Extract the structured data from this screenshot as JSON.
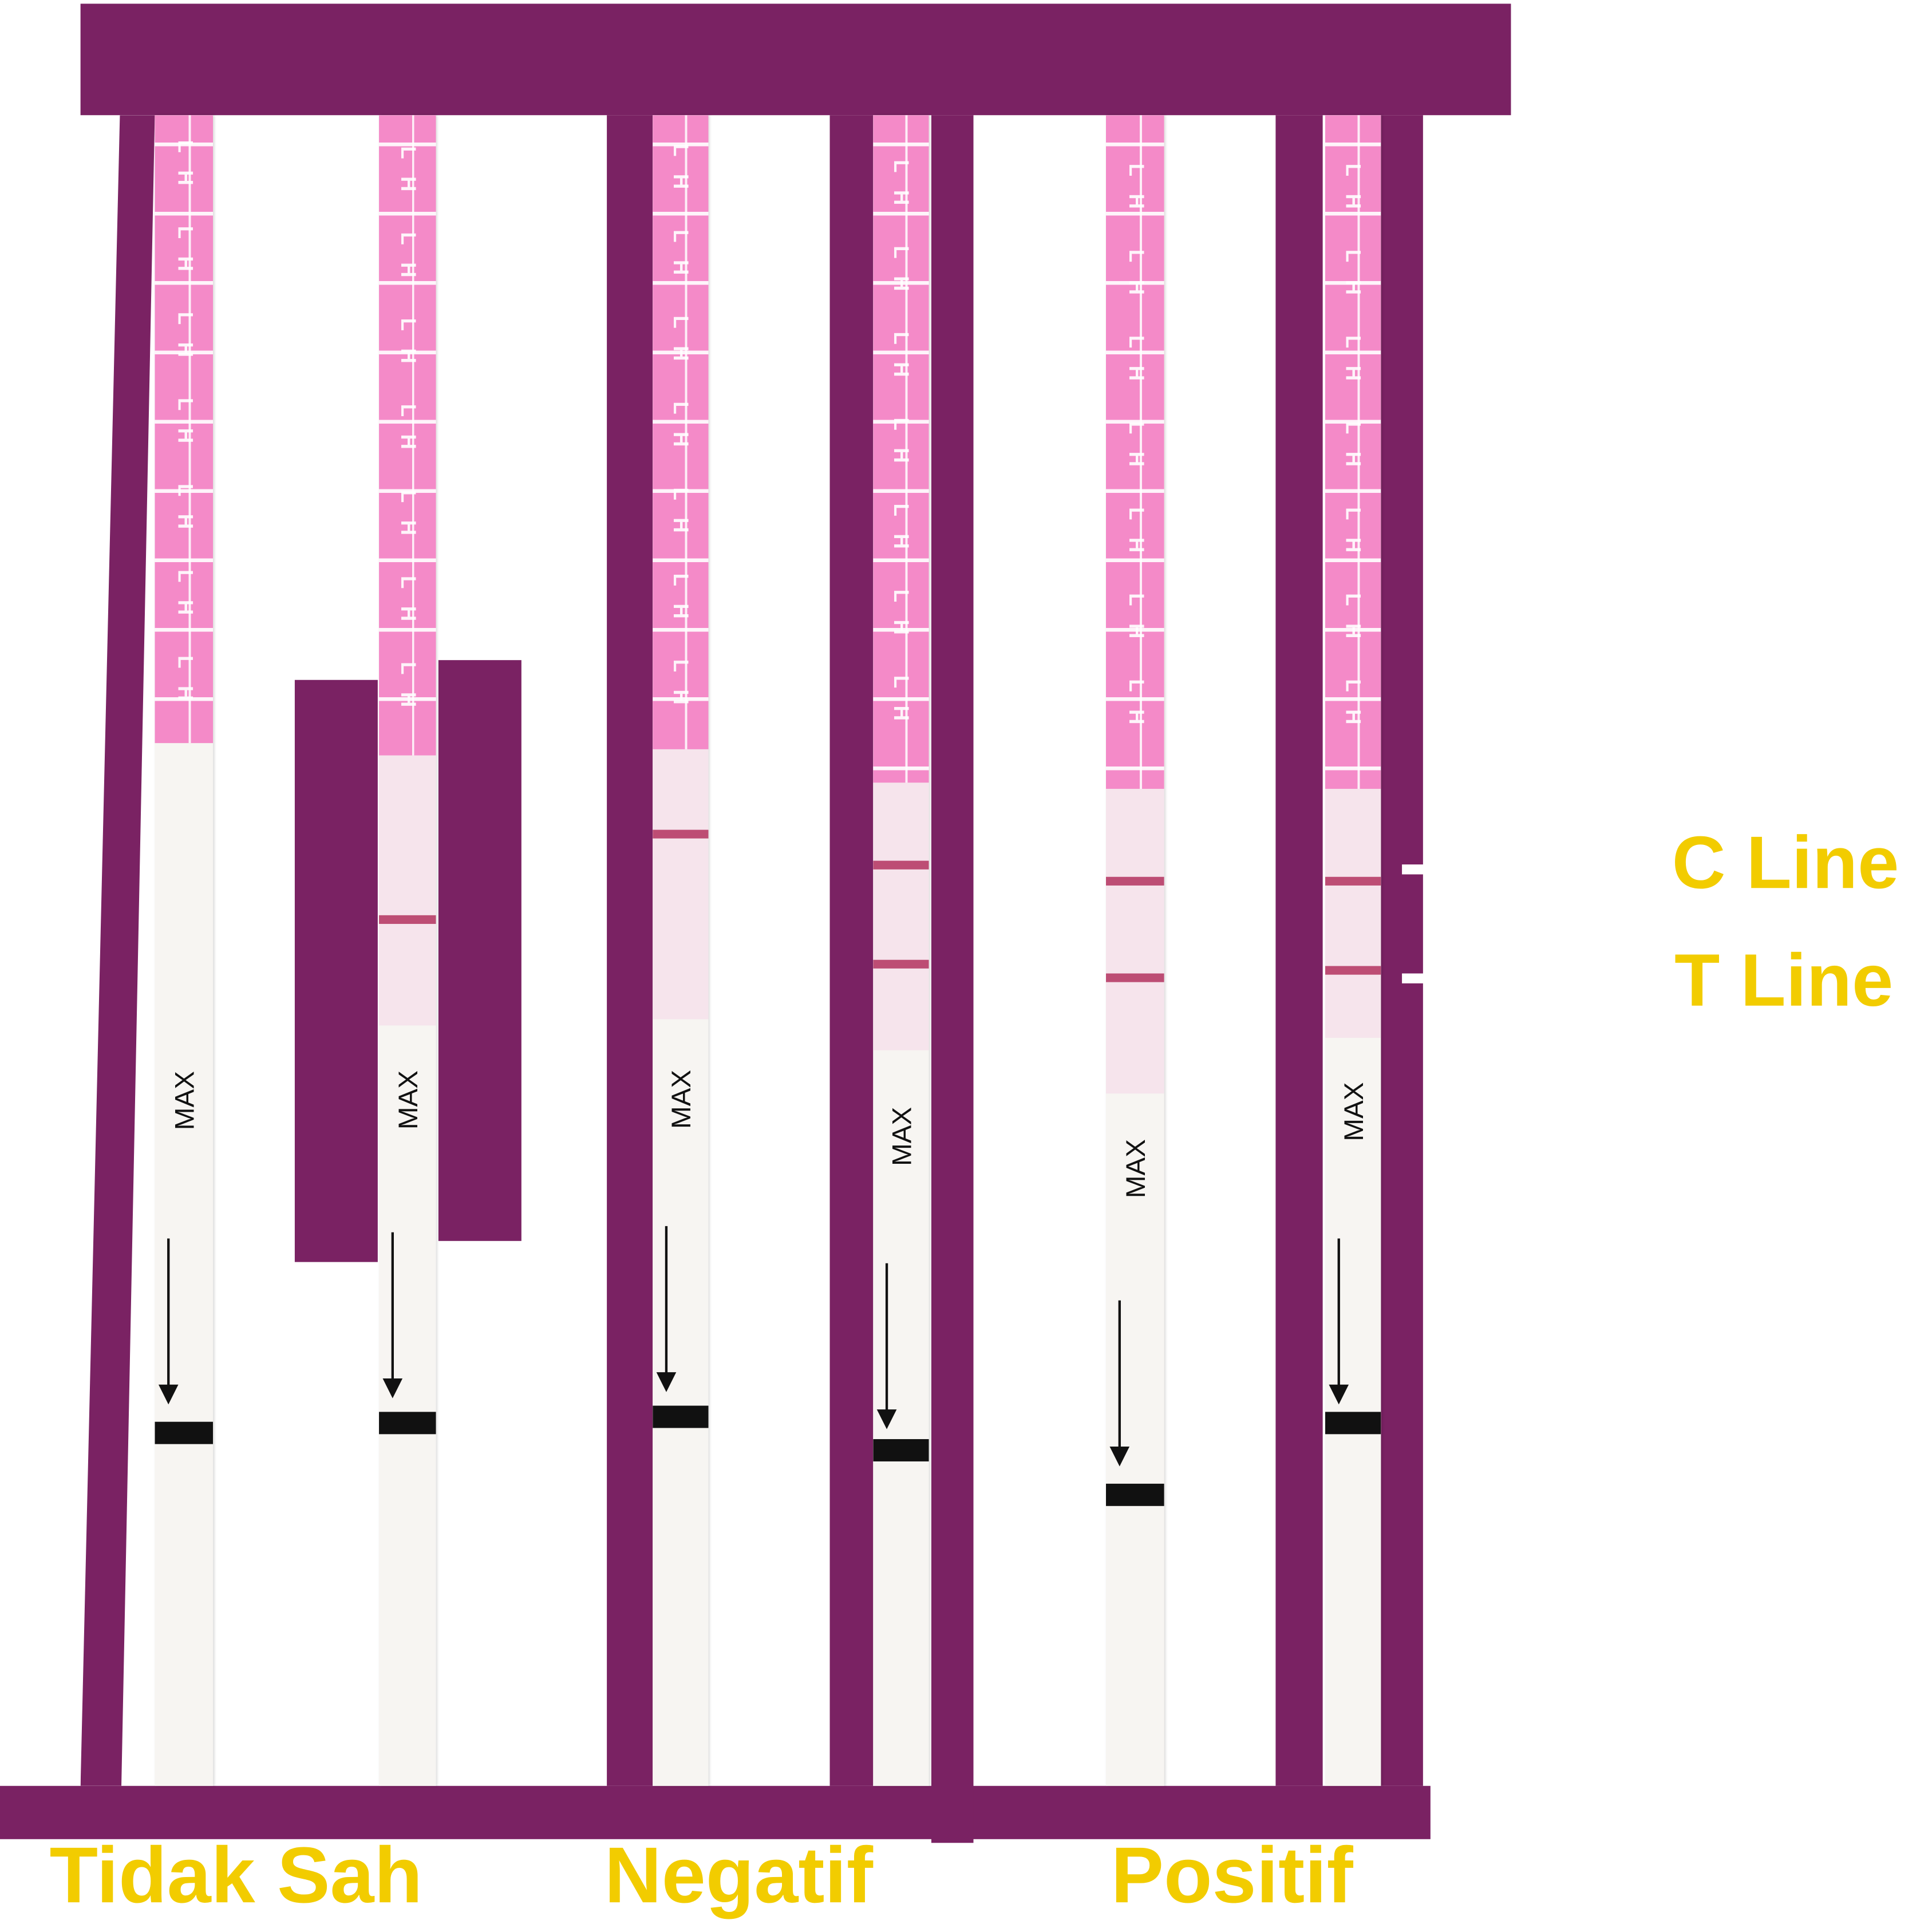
{
  "colors": {
    "frame": "#7a2263",
    "label": "#f2cc00",
    "strip_pink": "#f48ac8",
    "line": "#b3325f"
  },
  "strip_print": {
    "brand": "LH LH LH LH LH LH LH",
    "max": "MAX"
  },
  "legend": {
    "c_line": "C Line",
    "t_line": "T Line"
  },
  "categories": [
    {
      "label": "Tidak Sah"
    },
    {
      "label": "Negatif"
    },
    {
      "label": "Positif"
    }
  ]
}
